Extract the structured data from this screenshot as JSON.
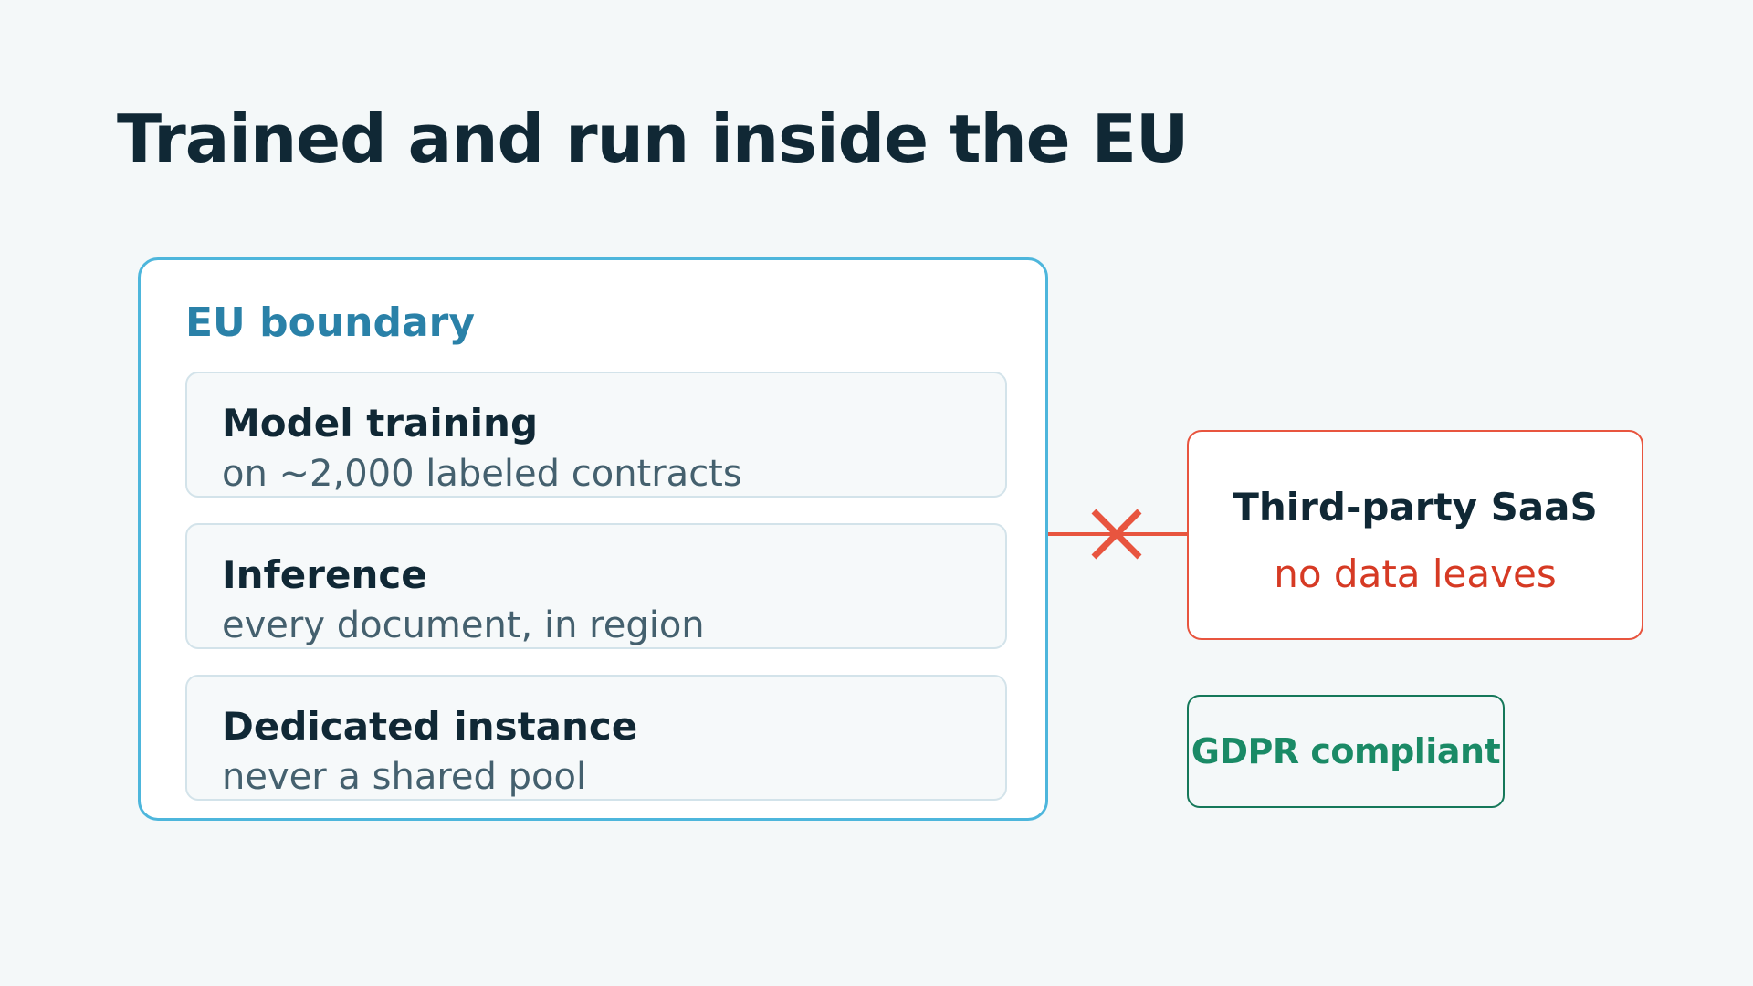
{
  "title": "Trained and run inside the EU",
  "eu_boundary": {
    "label": "EU boundary",
    "items": [
      {
        "title": "Model training",
        "subtitle": "on ~2,000 labeled contracts"
      },
      {
        "title": "Inference",
        "subtitle": "every document, in region"
      },
      {
        "title": "Dedicated instance",
        "subtitle": "never a shared pool"
      }
    ]
  },
  "external": {
    "title": "Third-party SaaS",
    "note": "no data leaves"
  },
  "badge": {
    "label": "GDPR compliant"
  },
  "connector": {
    "icon": "blocked-x-icon"
  },
  "colors": {
    "background": "#f4f8f9",
    "title_text": "#102835",
    "eu_border": "#4db6dc",
    "eu_label": "#2a81a8",
    "blocked_red": "#e8553f",
    "blocked_text": "#d63a24",
    "gdpr_green": "#1a8a66"
  }
}
